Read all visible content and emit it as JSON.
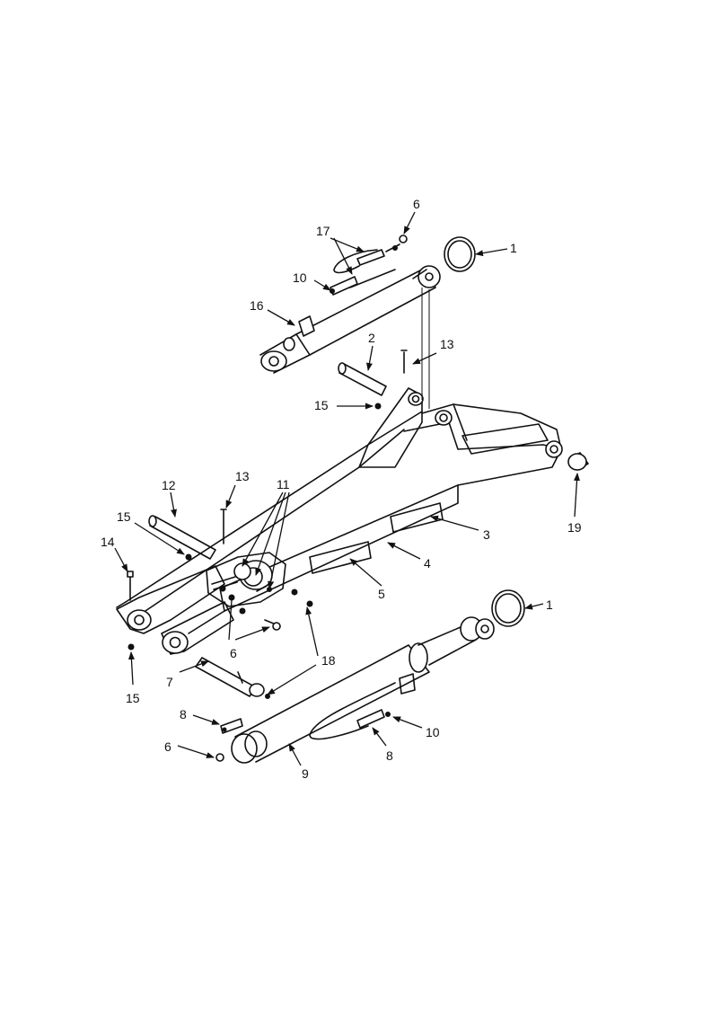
{
  "diagram": {
    "labels": {
      "l1_top": "1",
      "l6_top": "6",
      "l17": "17",
      "l10_top": "10",
      "l16": "16",
      "l2": "2",
      "l13_right": "13",
      "l15_mid": "15",
      "l11": "11",
      "l13_left": "13",
      "l12": "12",
      "l15_left": "15",
      "l14": "14",
      "l3": "3",
      "l19": "19",
      "l4": "4",
      "l5": "5",
      "l1_bottom": "1",
      "l6_mid": "6",
      "l18": "18",
      "l7": "7",
      "l15_bottom": "15",
      "l8_left": "8",
      "l6_bottom": "6",
      "l10_bottom": "10",
      "l8_bottom": "8",
      "l9": "9"
    }
  }
}
